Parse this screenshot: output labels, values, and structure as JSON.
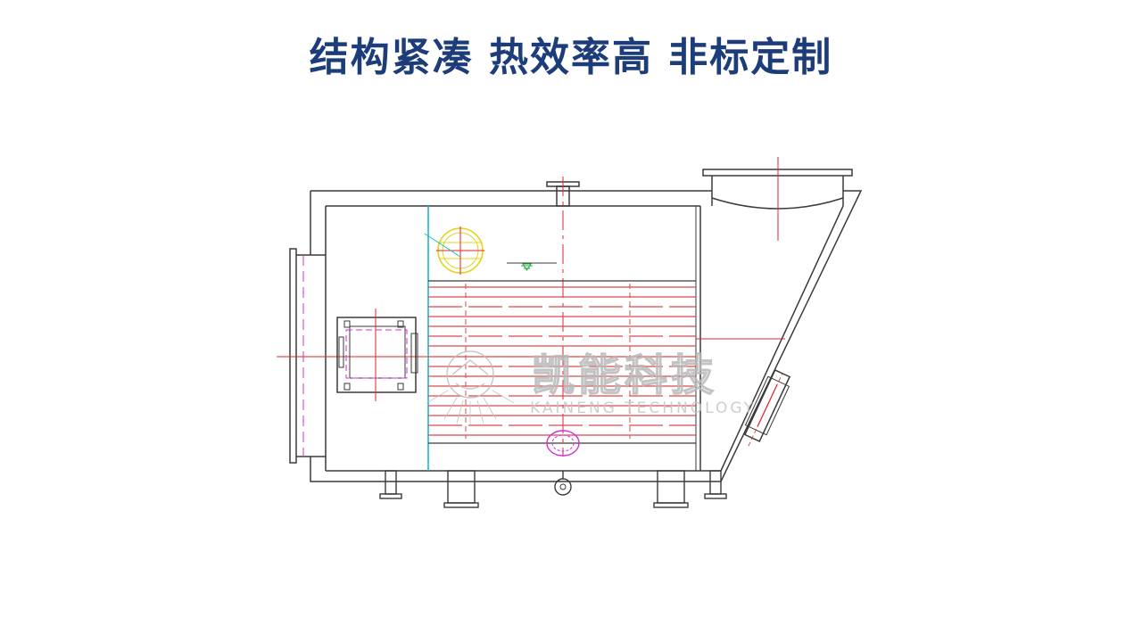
{
  "headline": "结构紧凑 热效率高 非标定制",
  "watermark": {
    "cn": "凯能科技",
    "en": "KAINENG TECHNOLOGY"
  },
  "colors": {
    "headline": "#1c3d7a",
    "outline": "#3a3a3a",
    "centerline": "#e0262b",
    "tubes": "#d94a4a",
    "magenta": "#d62fd6",
    "cyan": "#22b8c8",
    "yellow": "#e6d21a",
    "green": "#1fae3a",
    "watermark": "#b9b9b9"
  },
  "icons": [
    "kaineng-logo-icon",
    "water-level-icon",
    "manhole-icon",
    "sight-glass-icon",
    "drain-flange-icon"
  ]
}
